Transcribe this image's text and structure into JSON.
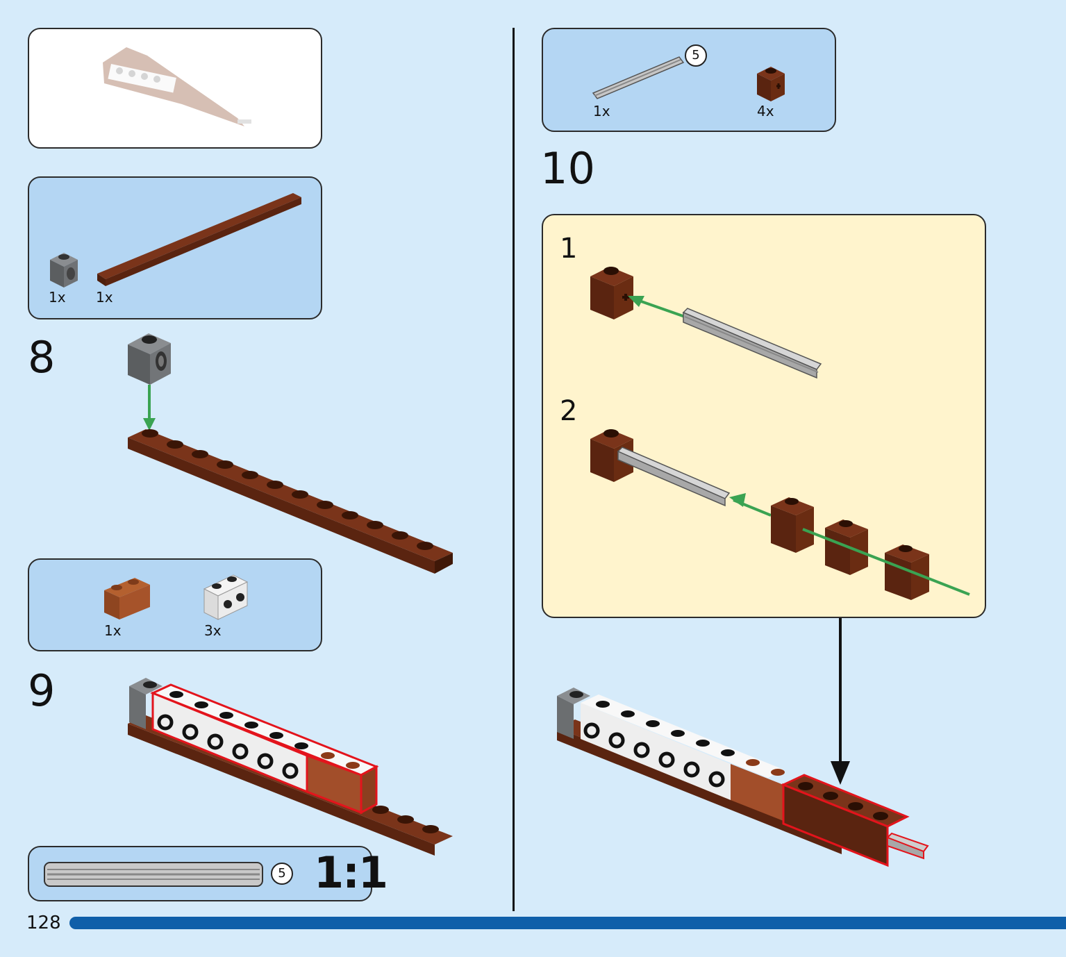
{
  "page": {
    "number": "128"
  },
  "progress": {
    "fill_fraction": 1.0,
    "color": "#0f5fa9"
  },
  "colors": {
    "background": "#d6ebfa",
    "parts_box": "#b4d6f3",
    "substep_box": "#fff4cd",
    "reddish_brown": "#6a2c12",
    "reddish_brown_light": "#a24e2a",
    "dark_gray": "#6b6e70",
    "highlight": "#e3141c",
    "arrow": "#3aa352"
  },
  "parts_lists": [
    {
      "items": [
        {
          "qty": "1x",
          "icon": "dark-gray-technic-brick-1x1-icon"
        },
        {
          "qty": "1x",
          "icon": "brown-plate-1x16-icon"
        }
      ]
    },
    {
      "items": [
        {
          "qty": "1x",
          "icon": "brown-brick-1x2-icon"
        },
        {
          "qty": "3x",
          "icon": "white-technic-brick-1x2-icon"
        }
      ]
    },
    {
      "items": [
        {
          "qty": "1x",
          "icon": "technic-axle-5-icon",
          "badge": "5"
        },
        {
          "qty": "4x",
          "icon": "brown-technic-brick-1x1-icon"
        }
      ]
    }
  ],
  "steps": [
    {
      "number": "8"
    },
    {
      "number": "9"
    },
    {
      "number": "10",
      "substeps": [
        {
          "number": "1"
        },
        {
          "number": "2"
        }
      ]
    }
  ],
  "scale_callout": {
    "axle_length": "5",
    "label": "1:1"
  }
}
